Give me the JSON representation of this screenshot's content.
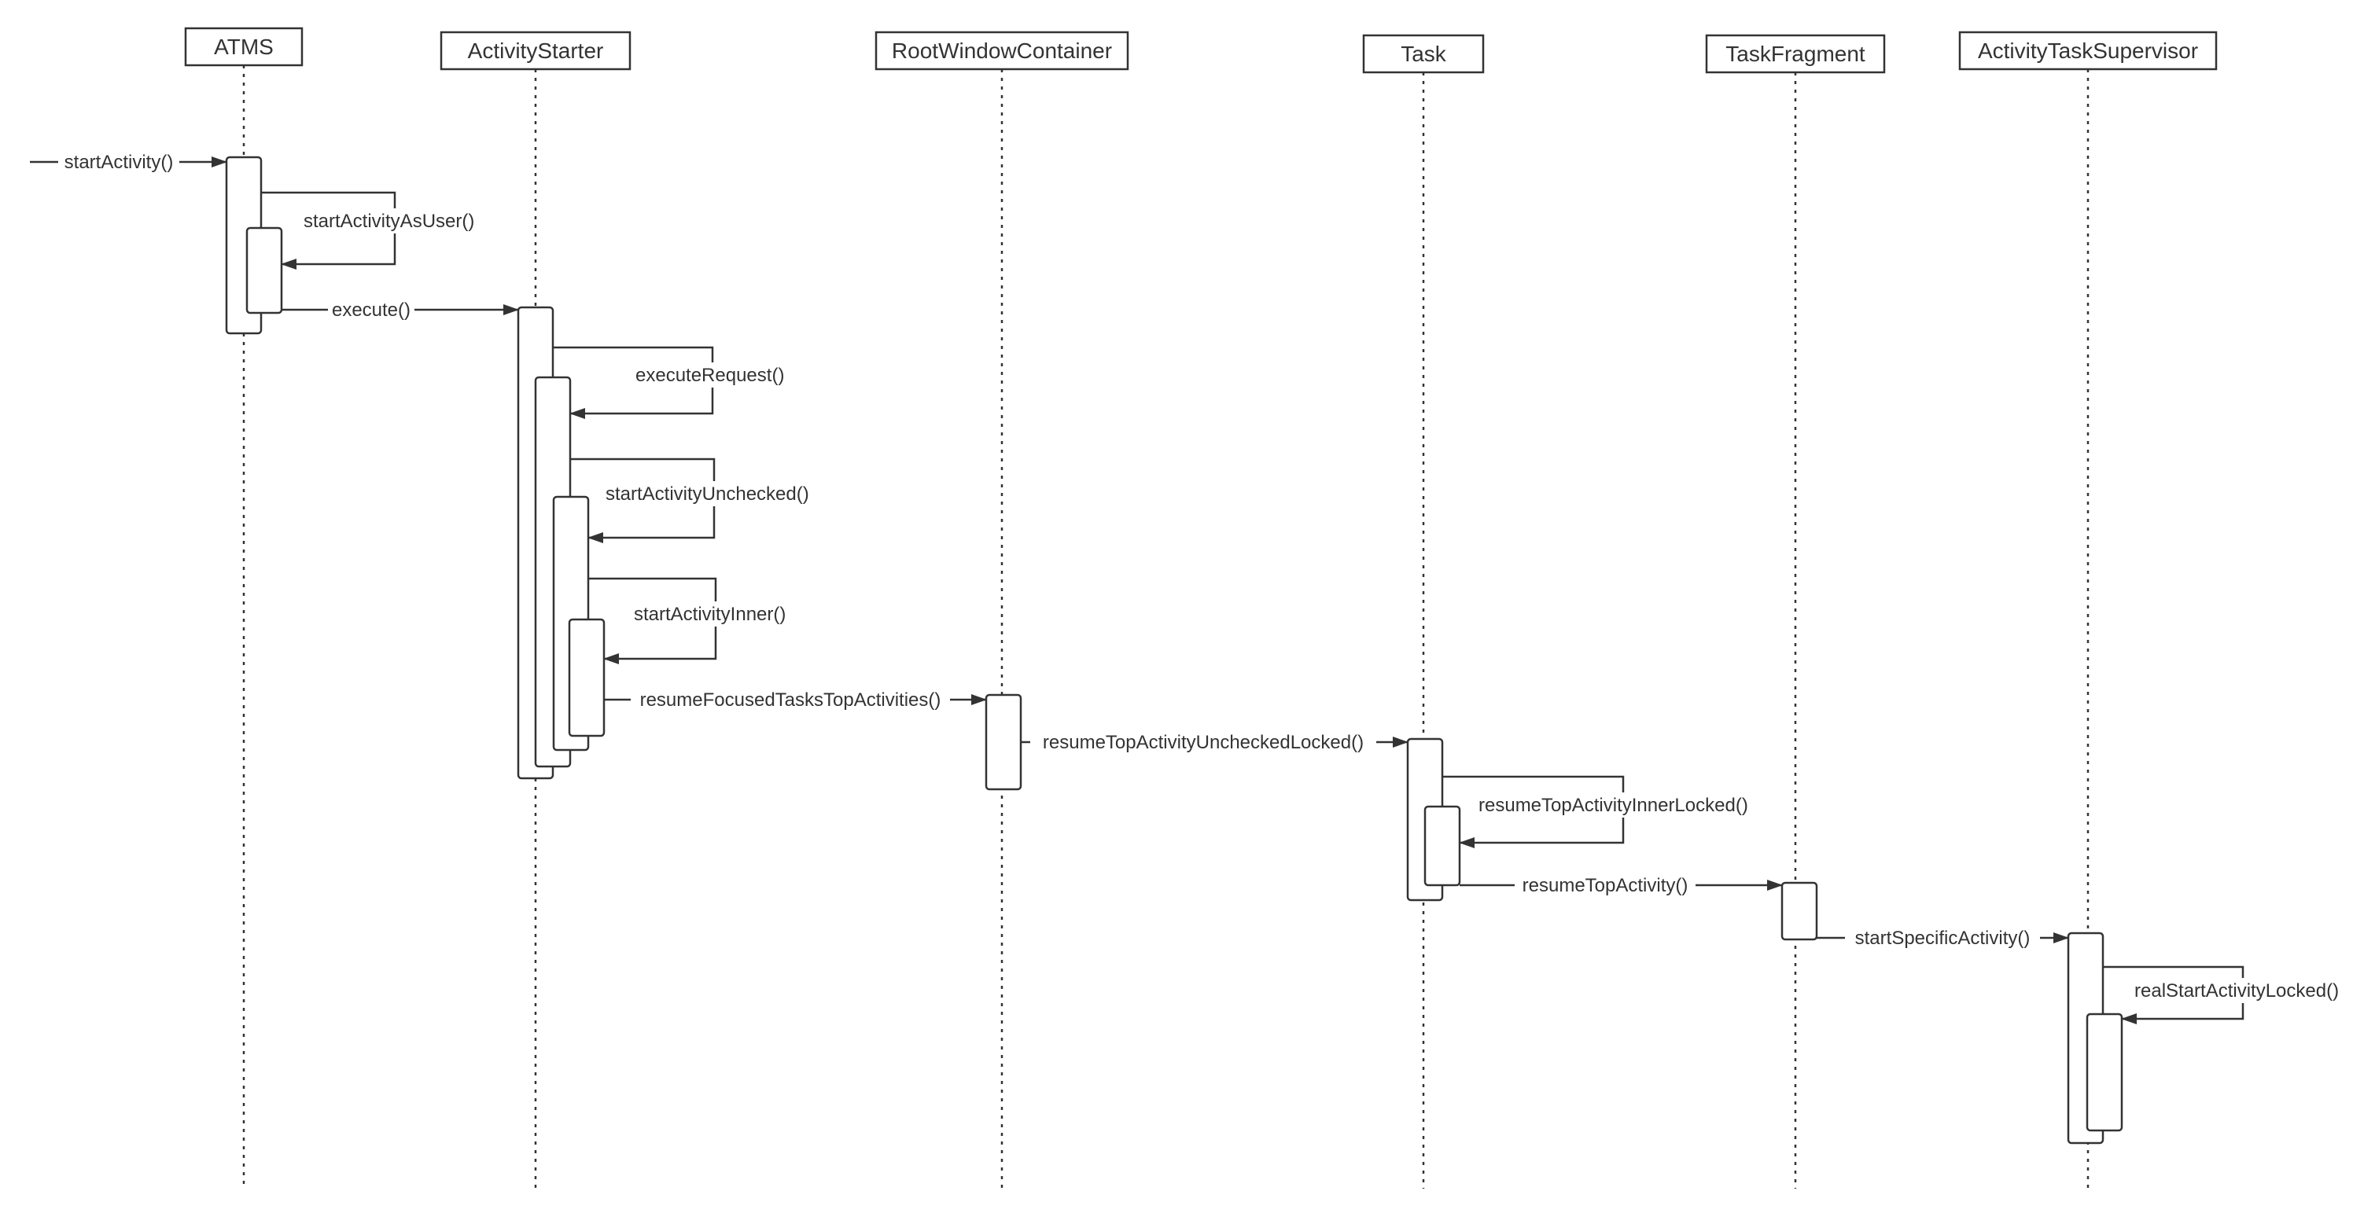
{
  "participants": [
    {
      "id": "atms",
      "name": "ATMS"
    },
    {
      "id": "activity-starter",
      "name": "ActivityStarter"
    },
    {
      "id": "root-window-container",
      "name": "RootWindowContainer"
    },
    {
      "id": "task",
      "name": "Task"
    },
    {
      "id": "task-fragment",
      "name": "TaskFragment"
    },
    {
      "id": "activity-task-supervisor",
      "name": "ActivityTaskSupervisor"
    }
  ],
  "messages": [
    {
      "label": "startActivity()",
      "from": "external",
      "to": "atms"
    },
    {
      "label": "startActivityAsUser()",
      "from": "atms",
      "to": "atms"
    },
    {
      "label": "execute()",
      "from": "atms",
      "to": "activity-starter"
    },
    {
      "label": "executeRequest()",
      "from": "activity-starter",
      "to": "activity-starter"
    },
    {
      "label": "startActivityUnchecked()",
      "from": "activity-starter",
      "to": "activity-starter"
    },
    {
      "label": "startActivityInner()",
      "from": "activity-starter",
      "to": "activity-starter"
    },
    {
      "label": "resumeFocusedTasksTopActivities()",
      "from": "activity-starter",
      "to": "root-window-container"
    },
    {
      "label": "resumeTopActivityUncheckedLocked()",
      "from": "root-window-container",
      "to": "task"
    },
    {
      "label": "resumeTopActivityInnerLocked()",
      "from": "task",
      "to": "task"
    },
    {
      "label": "resumeTopActivity()",
      "from": "task",
      "to": "task-fragment"
    },
    {
      "label": "startSpecificActivity()",
      "from": "task-fragment",
      "to": "activity-task-supervisor"
    },
    {
      "label": "realStartActivityLocked()",
      "from": "activity-task-supervisor",
      "to": "activity-task-supervisor"
    }
  ]
}
